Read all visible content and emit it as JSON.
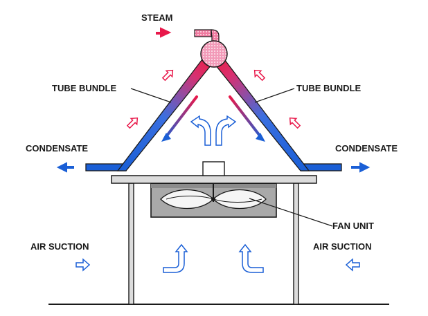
{
  "labels": {
    "steam": "STEAM",
    "tube_bundle_left": "TUBE BUNDLE",
    "tube_bundle_right": "TUBE BUNDLE",
    "condensate_left": "CONDENSATE",
    "condensate_right": "CONDENSATE",
    "fan_unit": "FAN UNIT",
    "air_suction_left": "AIR SUCTION",
    "air_suction_right": "AIR SUCTION"
  },
  "colors": {
    "hot": "#e8184a",
    "cold": "#1a5fd6",
    "outline": "#1a1a1a",
    "structure_fill": "#dcdcdc",
    "fan_fill": "#a9a9a9",
    "background": "#ffffff"
  }
}
